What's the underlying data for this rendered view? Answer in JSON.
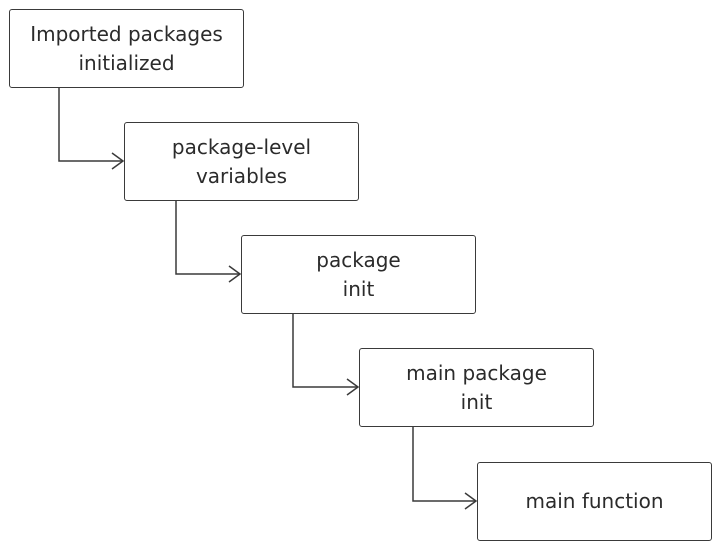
{
  "diagram": {
    "steps": [
      {
        "label": "Imported packages\ninitialized"
      },
      {
        "label": "package-level\nvariables"
      },
      {
        "label": "package\ninit"
      },
      {
        "label": "main package\ninit"
      },
      {
        "label": "main function"
      }
    ],
    "colors": {
      "stroke": "#3a3a3a",
      "text": "#2b2b2b",
      "background": "#ffffff"
    }
  }
}
